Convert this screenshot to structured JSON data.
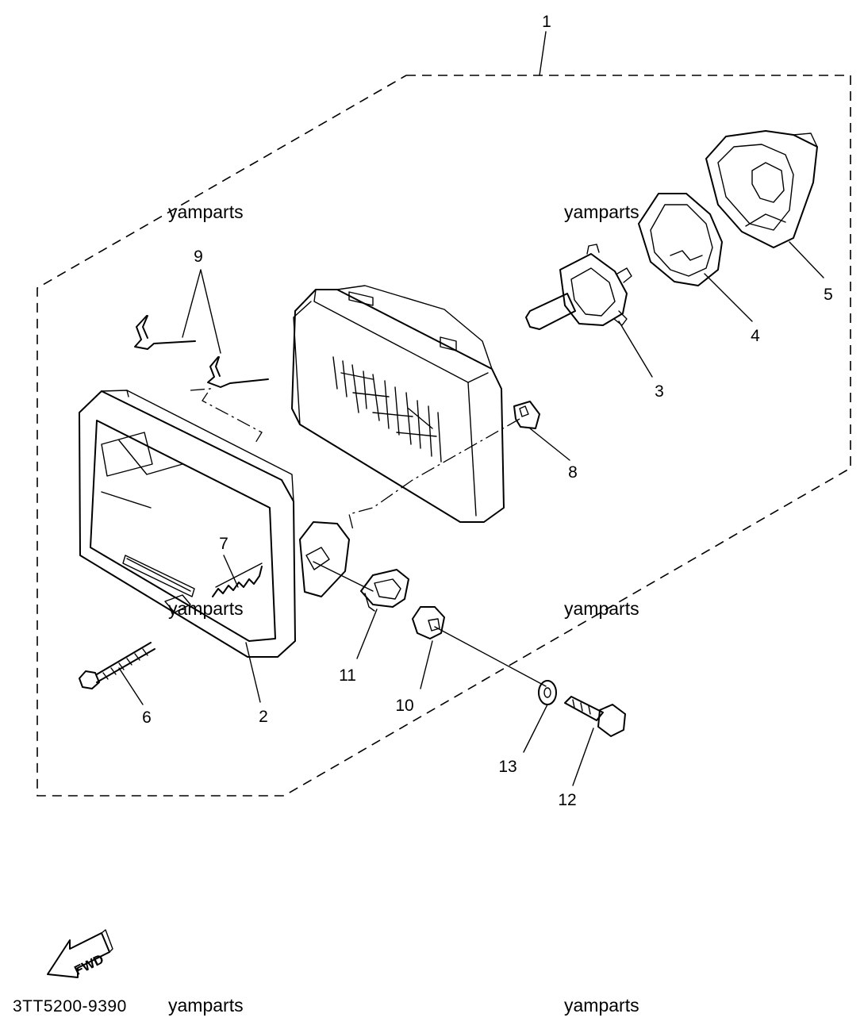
{
  "diagram": {
    "part_code": "3TT5200-9390",
    "direction_label": "FWD",
    "watermarks": [
      "yamparts",
      "yamparts",
      "yamparts",
      "yamparts",
      "yamparts",
      "yamparts"
    ],
    "callouts": {
      "p1": "1",
      "p2": "2",
      "p3": "3",
      "p4": "4",
      "p5": "5",
      "p6": "6",
      "p7": "7",
      "p8": "8",
      "p9": "9",
      "p10": "10",
      "p11": "11",
      "p12": "12",
      "p13": "13"
    }
  }
}
